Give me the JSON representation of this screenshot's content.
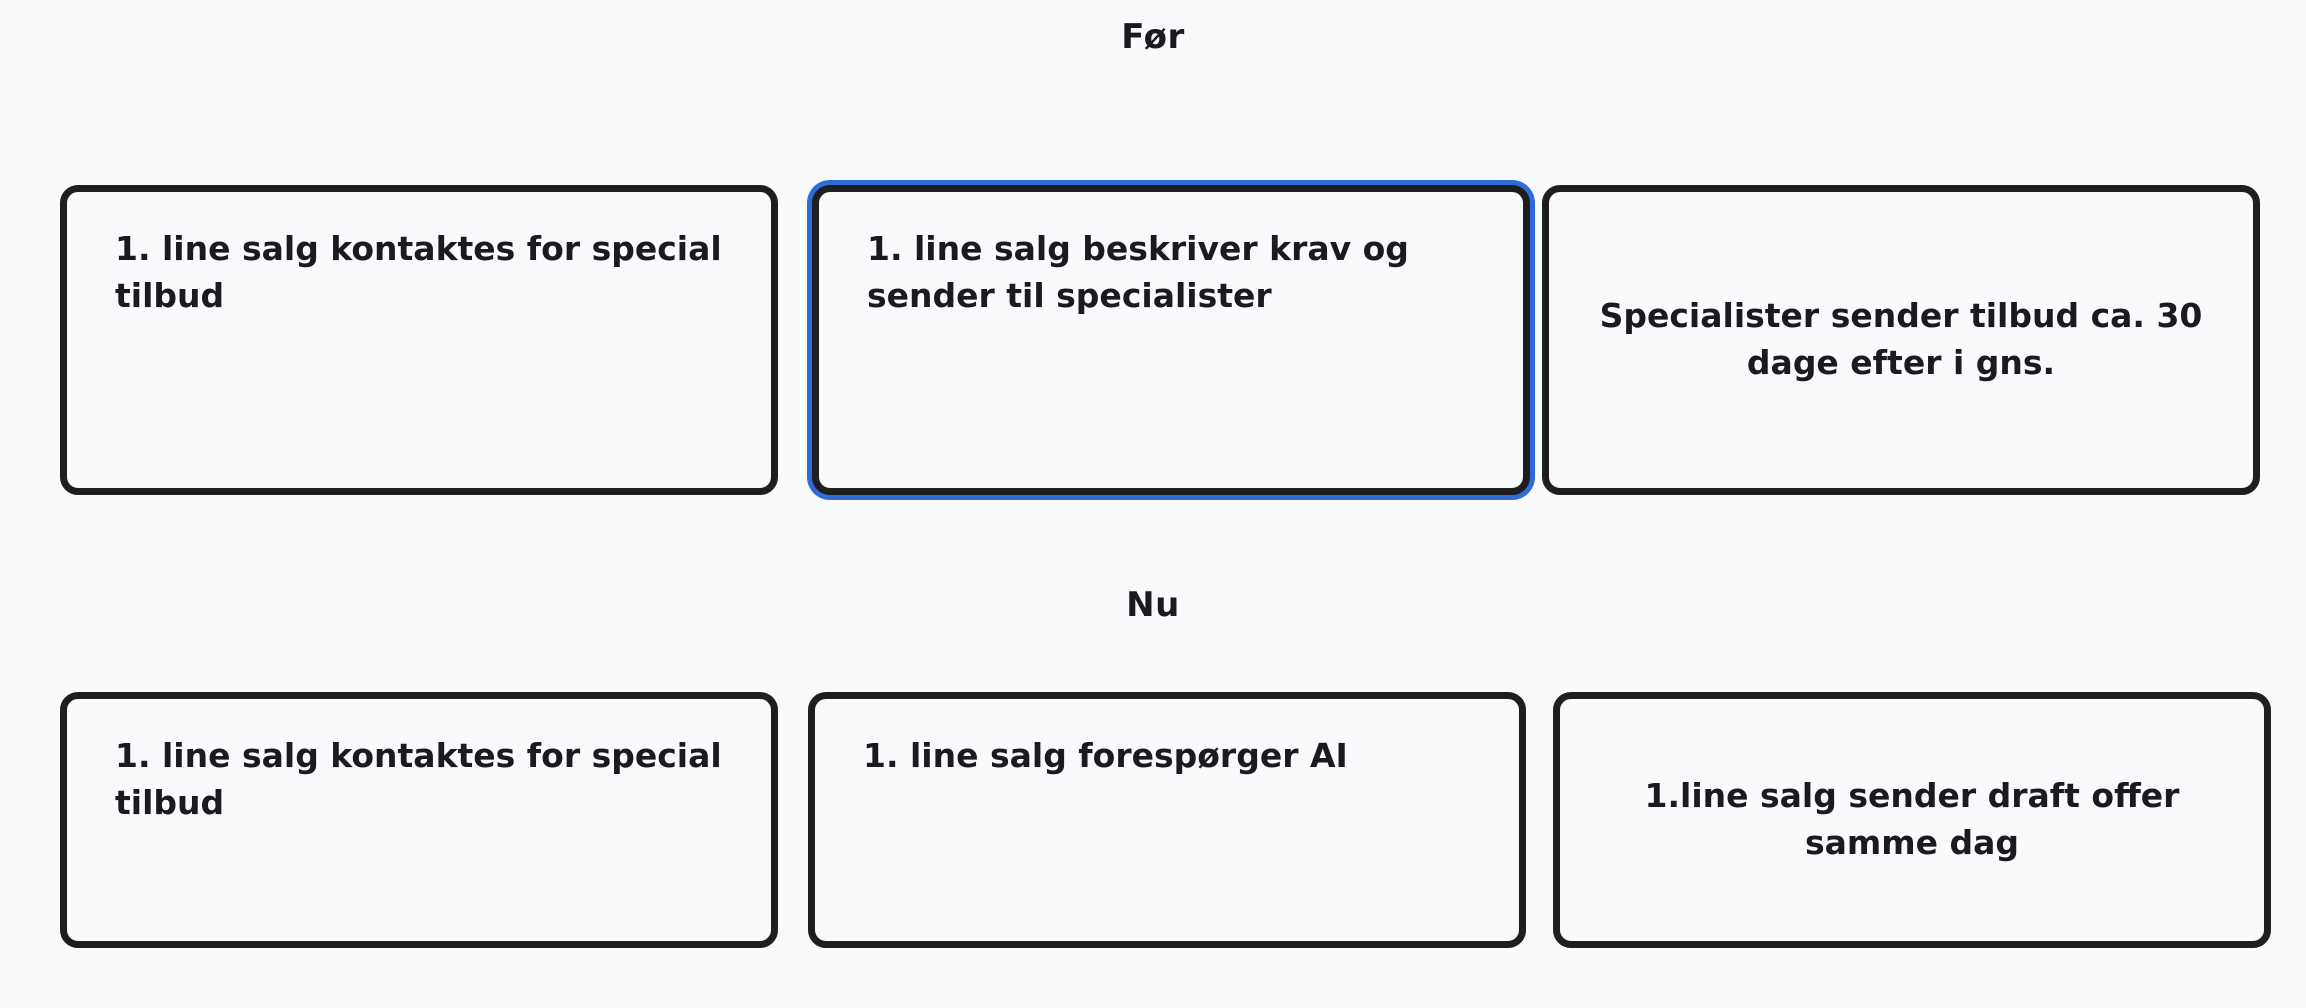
{
  "canvas": {
    "background_color": "#f8fafc",
    "stroke_color": "#1e1e1e",
    "text_color": "#1b1b1f",
    "selection_color": "#2f6bd8"
  },
  "sections": [
    {
      "id": "foer",
      "title": "Før",
      "boxes": [
        {
          "id": "foer-1",
          "text": "1. line salg kontaktes for special tilbud",
          "align": "left",
          "vertical_align": "top",
          "selected": false
        },
        {
          "id": "foer-2",
          "text": "1. line salg beskriver krav og sender til specialister",
          "align": "left",
          "vertical_align": "top",
          "selected": true
        },
        {
          "id": "foer-3",
          "text": "Specialister sender tilbud ca. 30 dage efter i gns.",
          "align": "center",
          "vertical_align": "center",
          "selected": false
        }
      ]
    },
    {
      "id": "nu",
      "title": "Nu",
      "boxes": [
        {
          "id": "nu-1",
          "text": "1. line salg kontaktes for special tilbud",
          "align": "left",
          "vertical_align": "top",
          "selected": false
        },
        {
          "id": "nu-2",
          "text": "1. line salg forespørger AI",
          "align": "left",
          "vertical_align": "top",
          "selected": false
        },
        {
          "id": "nu-3",
          "text": "1.line salg sender draft offer samme dag",
          "align": "center",
          "vertical_align": "center",
          "selected": false
        }
      ]
    }
  ]
}
